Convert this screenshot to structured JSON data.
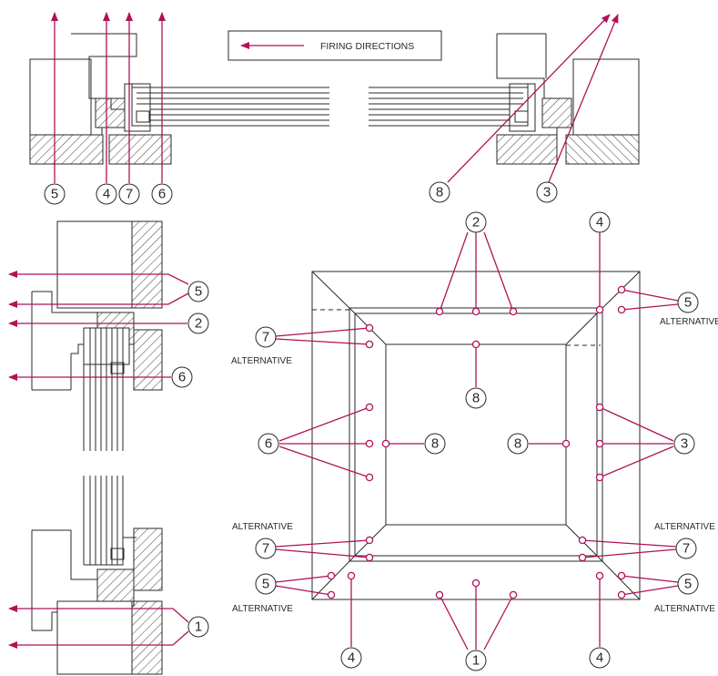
{
  "legend": {
    "label": "FIRING DIRECTIONS",
    "color": "#b0125a"
  },
  "alternative_label": "ALTERNATIVE",
  "callouts": {
    "c1": "1",
    "c2": "2",
    "c3": "3",
    "c4": "4",
    "c5": "5",
    "c6": "6",
    "c7": "7",
    "c8": "8"
  },
  "colors": {
    "accent": "#b0125a",
    "line": "#2a2a2a"
  }
}
